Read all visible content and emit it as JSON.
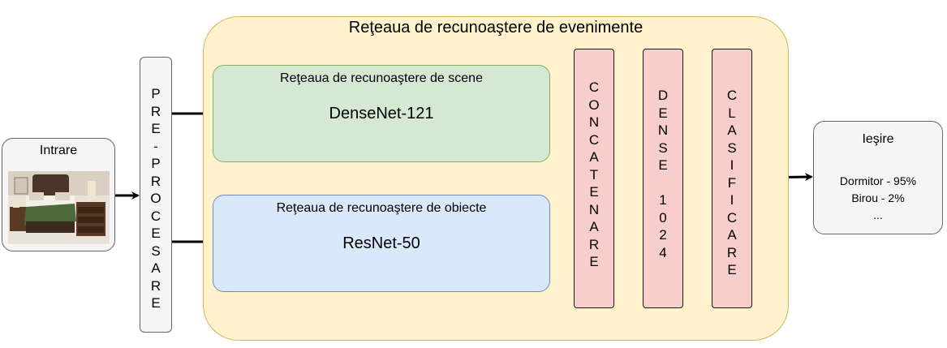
{
  "diagram": {
    "title": "Reţeaua de recunoaştere de evenimente",
    "input": {
      "label": "Intrare"
    },
    "preprocessing": {
      "label": "PRE-PROCESARE",
      "letters": [
        "P",
        "R",
        "E",
        "-",
        "P",
        "R",
        "O",
        "C",
        "E",
        "S",
        "A",
        "R",
        "E"
      ]
    },
    "scene_network": {
      "label": "Reţeaua de recunoaştere de scene",
      "model": "DenseNet-121"
    },
    "object_network": {
      "label": "Reţeaua de recunoaştere de obiecte",
      "model": "ResNet-50"
    },
    "concat": {
      "label": "CONCATENARE",
      "letters": [
        "C",
        "O",
        "N",
        "C",
        "A",
        "T",
        "E",
        "N",
        "A",
        "R",
        "E"
      ]
    },
    "dense": {
      "label": "DENSE 1024",
      "letters": [
        "D",
        "E",
        "N",
        "S",
        "E",
        " ",
        "1",
        "0",
        "2",
        "4"
      ]
    },
    "classifier": {
      "label": "CLASIFICARE",
      "letters": [
        "C",
        "L",
        "A",
        "S",
        "I",
        "F",
        "I",
        "C",
        "A",
        "R",
        "E"
      ]
    },
    "output": {
      "label": "Ieşire",
      "lines": [
        "Dormitor - 95%",
        "Birou - 2%",
        "..."
      ]
    }
  },
  "colors": {
    "outer_fill": "#fff2cc",
    "outer_stroke": "#d6b656",
    "scene_fill": "#d5e8d4",
    "scene_stroke": "#82b366",
    "object_fill": "#dae8fc",
    "object_stroke": "#6c8ebf",
    "layer_fill": "#f8cecc",
    "neutral_fill": "#f5f5f5"
  }
}
